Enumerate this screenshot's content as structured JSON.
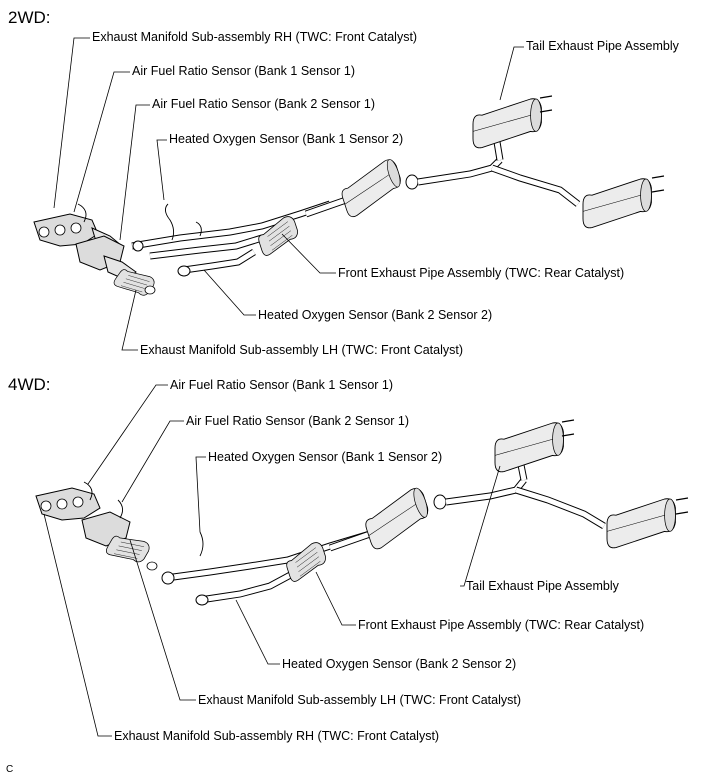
{
  "sections": {
    "wd2": {
      "title": "2WD:",
      "labels": {
        "manifold_rh": "Exhaust Manifold Sub-assembly RH (TWC: Front Catalyst)",
        "afs_b1s1": "Air Fuel Ratio Sensor (Bank 1 Sensor 1)",
        "afs_b2s1": "Air Fuel Ratio Sensor (Bank 2 Sensor 1)",
        "hos_b1s2": "Heated Oxygen Sensor (Bank 1 Sensor 2)",
        "tail_pipe": "Tail Exhaust Pipe Assembly",
        "front_pipe": "Front Exhaust Pipe Assembly (TWC: Rear Catalyst)",
        "hos_b2s2": "Heated Oxygen Sensor (Bank 2 Sensor 2)",
        "manifold_lh": "Exhaust Manifold Sub-assembly LH (TWC: Front Catalyst)"
      }
    },
    "wd4": {
      "title": "4WD:",
      "labels": {
        "afs_b1s1": "Air Fuel Ratio Sensor (Bank 1 Sensor 1)",
        "afs_b2s1": "Air Fuel Ratio Sensor (Bank 2 Sensor 1)",
        "hos_b1s2": "Heated Oxygen Sensor (Bank 1 Sensor 2)",
        "tail_pipe": "Tail Exhaust Pipe Assembly",
        "front_pipe": "Front Exhaust Pipe Assembly (TWC: Rear Catalyst)",
        "hos_b2s2": "Heated Oxygen Sensor (Bank 2 Sensor 2)",
        "manifold_lh": "Exhaust Manifold Sub-assembly LH (TWC: Front Catalyst)",
        "manifold_rh": "Exhaust Manifold Sub-assembly RH (TWC: Front Catalyst)"
      }
    }
  },
  "footer": "C",
  "colors": {
    "line": "#000000",
    "fill_light": "#e6e6e6",
    "fill_mid": "#cfcfcf"
  }
}
